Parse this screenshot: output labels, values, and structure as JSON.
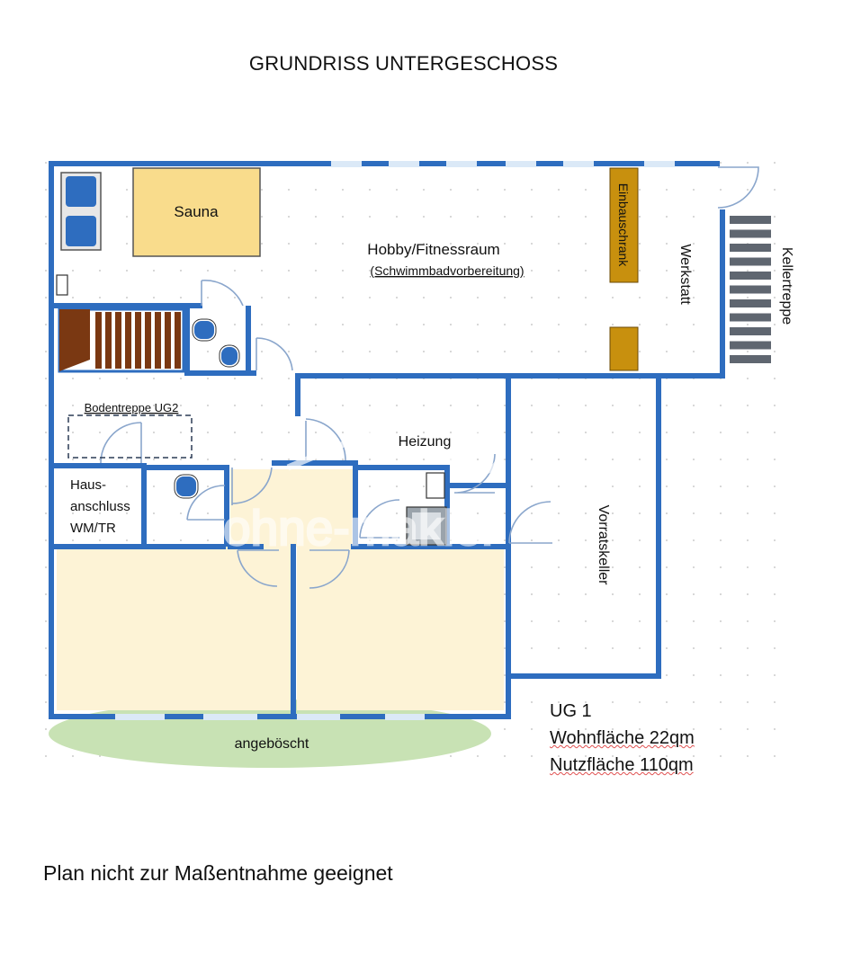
{
  "title": "GRUNDRISS UNTERGESCHOSS",
  "disclaimer": "Plan nicht zur Maßentnahme geeignet",
  "summary": {
    "level": "UG 1",
    "living_area": "Wohnfläche 22qm",
    "usable_area": "Nutzfläche 110qm"
  },
  "rooms": {
    "sauna": "Sauna",
    "hobby": "Hobby/Fitnessraum",
    "hobby_note": "(Schwimmbadvorbereitung)",
    "einbauschrank": "Einbauschrank",
    "werkstatt": "Werkstatt",
    "kellertreppe": "Kellertreppe",
    "bodentreppe": "Bodentreppe UG2",
    "heizung": "Heizung",
    "hausanschluss_line1": "Haus-",
    "hausanschluss_line2": "anschluss",
    "hausanschluss_line3": "WM/TR",
    "vorratskeller": "Vorratskeller",
    "angeboescht": "angeböscht"
  },
  "watermark": "ohne-makler",
  "colors": {
    "wall": "#2e6dbf",
    "room_fill": "#fdf3d6",
    "sauna_fill": "#f9dc8c",
    "cabinet_fill": "#c8900e",
    "slope_fill": "#c8e2b4",
    "stair_dark": "#7a3812",
    "stair_grey": "#5f6670",
    "fixture_blue": "#2e6dbf"
  }
}
